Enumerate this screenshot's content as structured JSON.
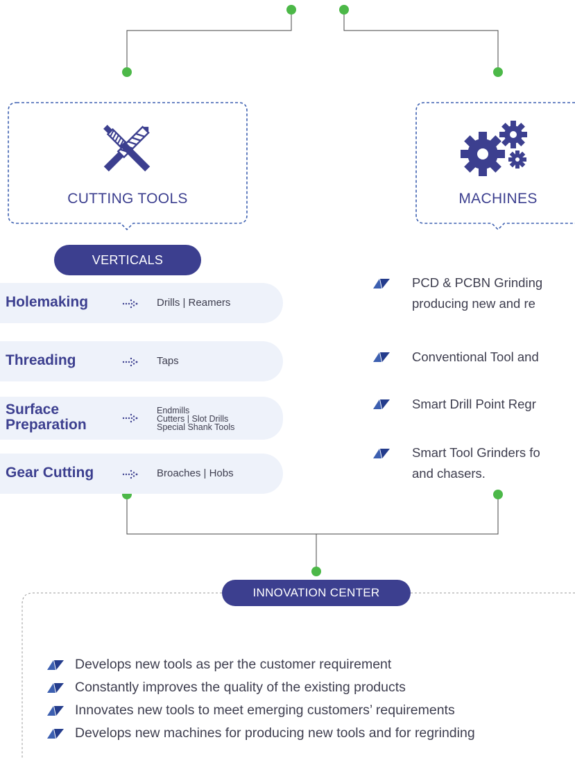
{
  "cutting_tools": {
    "title": "CUTTING TOOLS",
    "icon": "crossed-tools-icon"
  },
  "machines": {
    "title": "MACHINES",
    "icon": "gears-icon",
    "items": [
      {
        "line1": "PCD & PCBN Grinding",
        "line2": "producing new and re"
      },
      {
        "line1": "Conventional Tool and"
      },
      {
        "line1": "Smart Drill Point Regr"
      },
      {
        "line1": "Smart Tool Grinders fo",
        "line2": "and chasers."
      }
    ]
  },
  "verticals": {
    "label": "VERTICALS",
    "rows": [
      {
        "name": "Holemaking",
        "desc": [
          "Drills | Reamers"
        ]
      },
      {
        "name": "Threading",
        "desc": [
          "Taps"
        ]
      },
      {
        "name_lines": [
          "Surface",
          "Preparation"
        ],
        "desc": [
          "Endmills",
          "Cutters | Slot Drills",
          "Special Shank Tools"
        ]
      },
      {
        "name": "Gear Cutting",
        "desc": [
          "Broaches | Hobs"
        ]
      }
    ]
  },
  "innovation": {
    "label": "INNOVATION CENTER",
    "items": [
      "Develops new tools as per the customer requirement",
      "Constantly improves the quality of the existing products",
      "Innovates new tools to meet emerging customers’ requirements",
      "Develops new machines for producing new tools and for regrinding"
    ]
  },
  "colors": {
    "navy": "#3c3f8f",
    "green": "#4cb848",
    "row_bg": "#eef2fa",
    "bullet": "#2a4aa3"
  }
}
